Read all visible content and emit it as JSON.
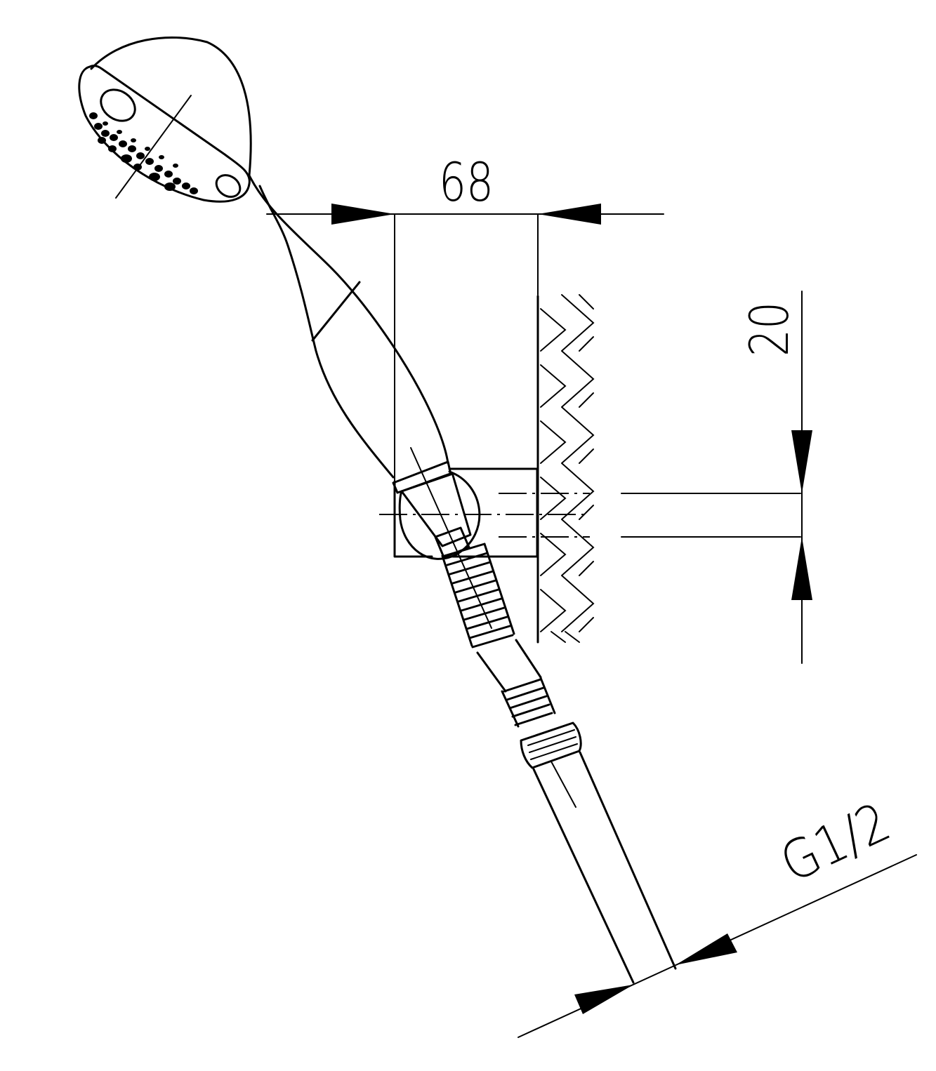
{
  "dimensions": {
    "width_label": "68",
    "height_label": "20",
    "thread_label": "G1/2"
  }
}
